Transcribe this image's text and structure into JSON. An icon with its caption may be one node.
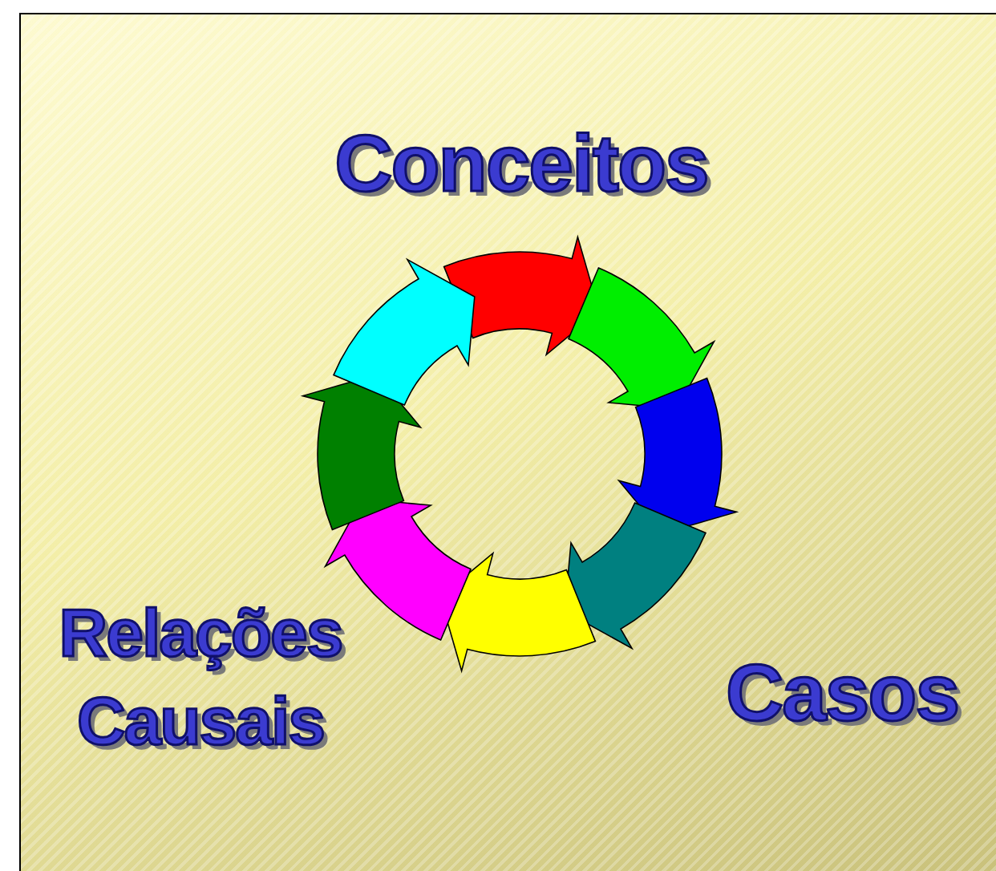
{
  "diagram": {
    "labels": [
      "Conceitos",
      "Relações Causais",
      "Casos"
    ]
  }
}
